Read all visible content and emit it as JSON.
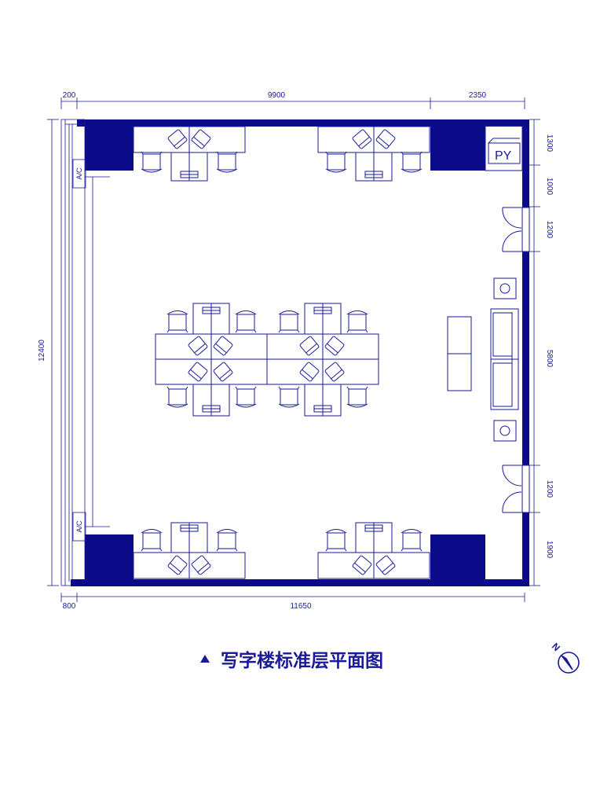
{
  "dimensions": {
    "top": [
      "200",
      "9900",
      "2350"
    ],
    "bottom": [
      "800",
      "11650"
    ],
    "left": "12400",
    "right": [
      "1300",
      "1000",
      "1200",
      "5800",
      "1200",
      "1900"
    ]
  },
  "labels": {
    "ac_top": "A/C",
    "ac_bottom": "A/C",
    "pipe_shaft": "PY",
    "north": "N"
  },
  "caption": "写字楼标准层平面图",
  "colors": {
    "line": "#1a1a99",
    "fill": "#0b0b8a"
  }
}
